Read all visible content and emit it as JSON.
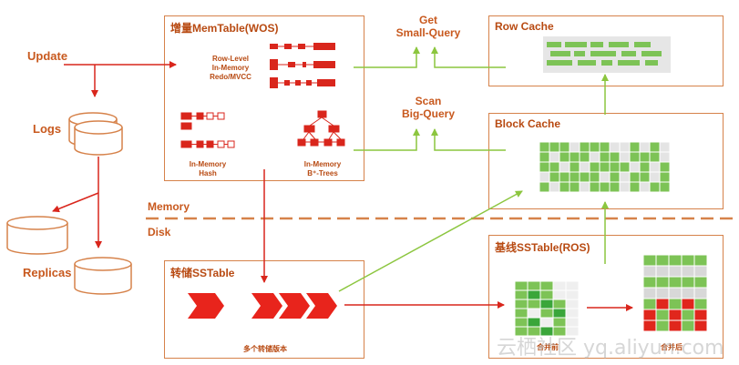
{
  "labels": {
    "update": "Update",
    "logs": "Logs",
    "replicas": "Replicas",
    "get": "Get",
    "small_query": "Small-Query",
    "scan": "Scan",
    "big_query": "Big-Query",
    "memory": "Memory",
    "disk": "Disk"
  },
  "memtable": {
    "title": "增量MemTable(WOS)",
    "redo_line1": "Row-Level",
    "redo_line2": "In-Memory",
    "redo_line3": "Redo/MVCC",
    "hash_line1": "In-Memory",
    "hash_line2": "Hash",
    "btree_line1": "In-Memory",
    "btree_line2": "B⁺-Trees"
  },
  "row_cache": {
    "title": "Row Cache"
  },
  "block_cache": {
    "title": "Block Cache"
  },
  "sstable": {
    "title": "转储SSTable",
    "caption": "多个转储版本"
  },
  "ros": {
    "title": "基线SSTable(ROS)",
    "before_label": "合并前",
    "after_label": "合并后"
  },
  "watermark": "云栖社区 yq.aliyun.com",
  "colors": {
    "orange": "#c8591e",
    "red_arrow": "#d9261c",
    "green_arrow": "#8cc63f",
    "green_cell": "#7dc356",
    "gray_cell": "#e4e4e4"
  }
}
